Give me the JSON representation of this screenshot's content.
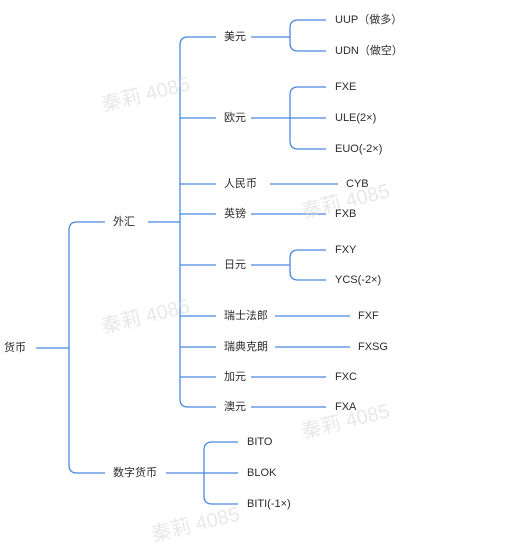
{
  "colors": {
    "line": "#4a87e0",
    "text": "#2b2b2b"
  },
  "watermark": "秦莉 4085",
  "nodes": {
    "root": "货币",
    "forex": "外汇",
    "crypto": "数字货币",
    "usd": "美元",
    "uup": "UUP（做多）",
    "udn": "UDN（做空）",
    "eur": "欧元",
    "fxe": "FXE",
    "ule": "ULE(2×)",
    "euo": "EUO(-2×)",
    "cny": "人民币",
    "cyb": "CYB",
    "gbp": "英镑",
    "fxb": "FXB",
    "jpy": "日元",
    "fxy": "FXY",
    "ycs": "YCS(-2×)",
    "chf": "瑞士法郎",
    "fxf": "FXF",
    "sek": "瑞典克朗",
    "fxsg": "FXSG",
    "cad": "加元",
    "fxc": "FXC",
    "aud": "澳元",
    "fxa": "FXA",
    "bito": "BITO",
    "blok": "BLOK",
    "biti": "BITI(-1×)"
  }
}
